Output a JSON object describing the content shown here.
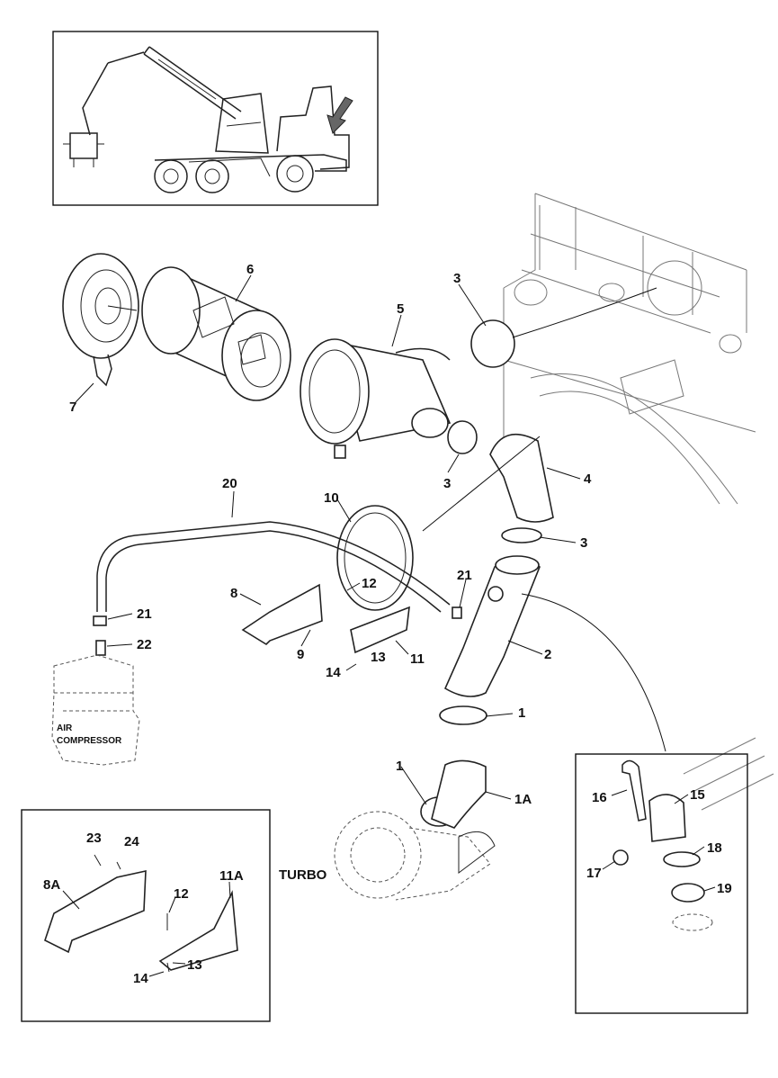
{
  "labels": {
    "l1a": "1",
    "l1b": "1",
    "l1A": "1A",
    "l2": "2",
    "l3a": "3",
    "l3b": "3",
    "l3c": "3",
    "l4": "4",
    "l5": "5",
    "l6": "6",
    "l7": "7",
    "l8": "8",
    "l8A": "8A",
    "l9": "9",
    "l10": "10",
    "l11": "11",
    "l11A": "11A",
    "l12a": "12",
    "l12b": "12",
    "l13a": "13",
    "l13b": "13",
    "l14a": "14",
    "l14b": "14",
    "l15": "15",
    "l16": "16",
    "l17": "17",
    "l18": "18",
    "l19": "19",
    "l20": "20",
    "l21a": "21",
    "l21b": "21",
    "l22": "22",
    "l23": "23",
    "l24": "24",
    "turbo": "TURBO",
    "air": "AIR",
    "compressor": "COMPRESSOR"
  }
}
